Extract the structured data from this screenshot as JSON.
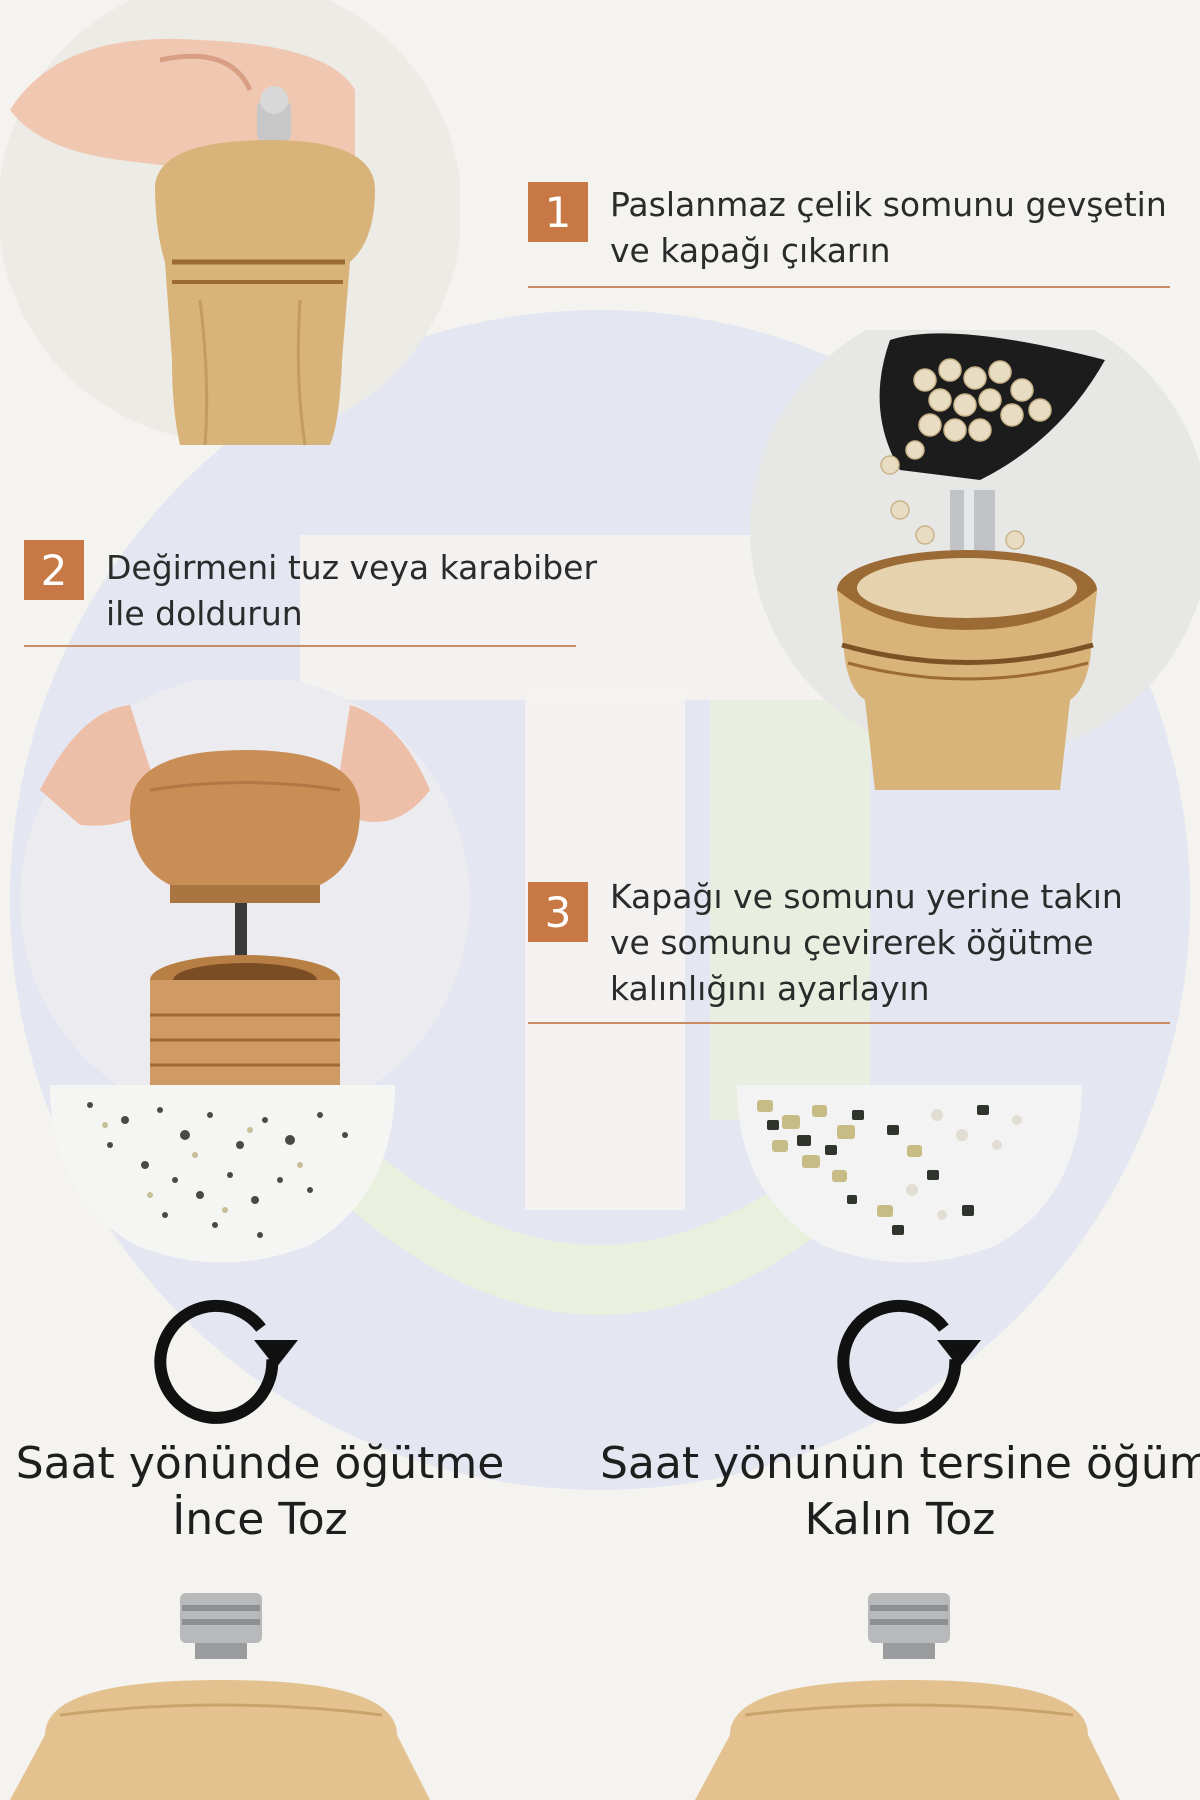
{
  "colors": {
    "accent": "#c87844",
    "rule": "#c98d66",
    "wood_light": "#d8b37a",
    "wood_dark": "#9c6a35",
    "watermark_blue": "#dfe3f1",
    "watermark_green": "#e9f1dc",
    "arrow": "#111111"
  },
  "steps": [
    {
      "num": "1",
      "lines": [
        "Paslanmaz çelik somunu gevşetin",
        "ve kapağı çıkarın"
      ]
    },
    {
      "num": "2",
      "lines": [
        "Değirmeni tuz veya karabiber",
        "ile doldurun"
      ]
    },
    {
      "num": "3",
      "lines": [
        "Kapağı ve somunu yerine takın",
        "ve somunu çevirerek öğütme",
        "kalınlığını ayarlayın"
      ]
    }
  ],
  "captions": {
    "clockwise": {
      "line1": "Saat yönünde öğütme",
      "line2": "İnce Toz"
    },
    "counter": {
      "line1": "Saat yönünün tersine öğüme",
      "line2": "Kalın Toz"
    }
  },
  "icons": {
    "clockwise": "rotate-clockwise-icon",
    "counter": "rotate-counterclockwise-icon"
  }
}
